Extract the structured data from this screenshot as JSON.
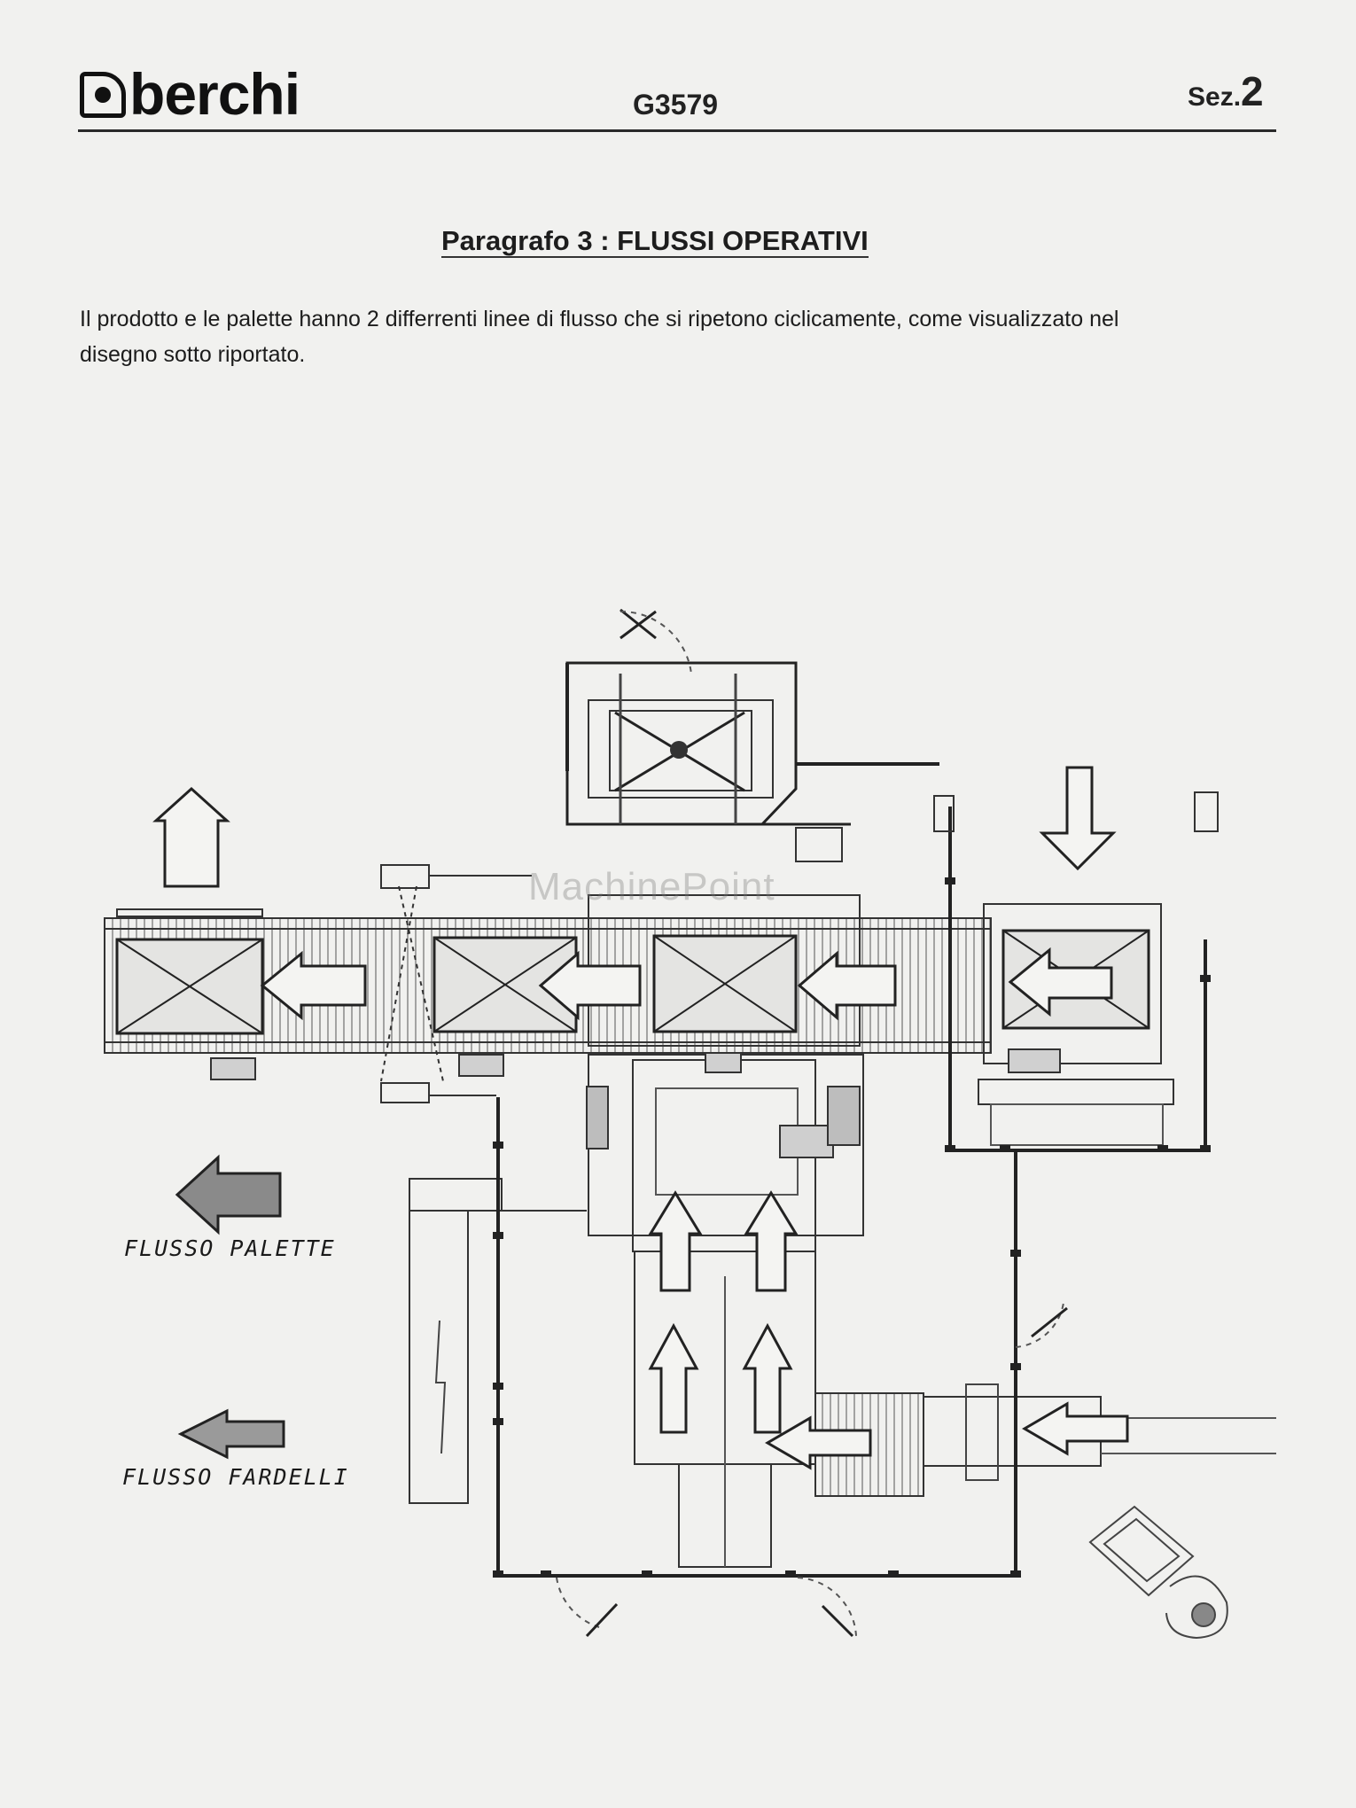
{
  "header": {
    "brand": "berchi",
    "doc_code": "G3579",
    "section_label": "Sez.",
    "section_number": "2"
  },
  "paragraph": {
    "title": "Paragrafo 3 : FLUSSI OPERATIVI",
    "text_line1": "Il prodotto e le palette hanno 2 differrenti linee di flusso che si ripetono ciclicamente, come visualizzato nel",
    "text_line2": "disegno sotto riportato."
  },
  "legend": {
    "palette_flow": "FLUSSO PALETTE",
    "bundle_flow": "FLUSSO FARDELLI"
  },
  "watermark": "MachinePoint",
  "colors": {
    "paper": "#f1f1ef",
    "ink": "#1b1b1b",
    "palette_arrow_fill": "#8a8a8a",
    "bundle_arrow_fill": "#9a9a9a"
  }
}
